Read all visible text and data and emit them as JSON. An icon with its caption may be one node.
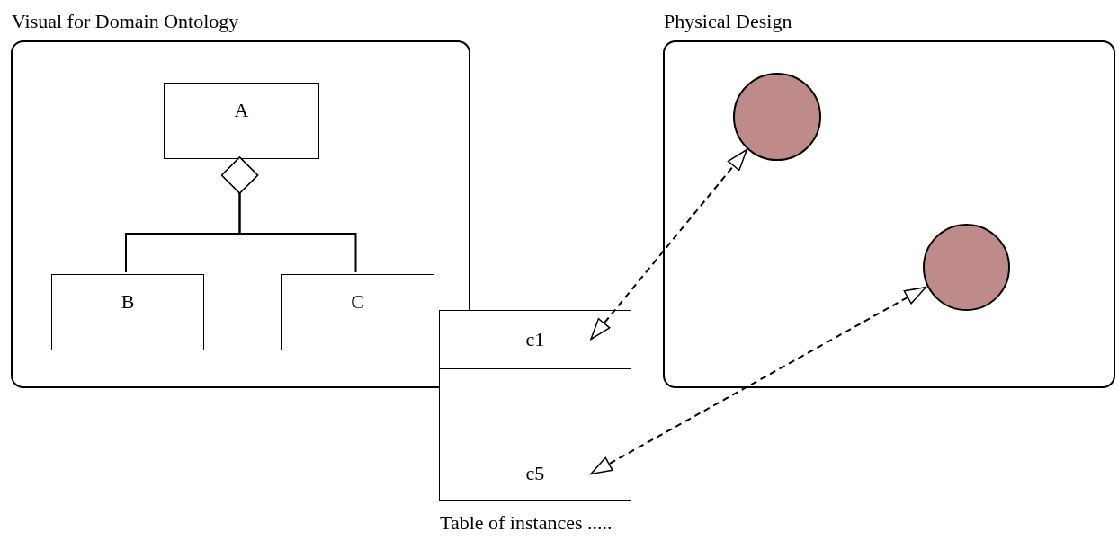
{
  "diagram": {
    "nodes": [
      {
        "text": [
          "Visual for Domain Ontology"
        ]
      },
      {
        "text": [
          "A"
        ],
        "in": 0
      },
      {
        "text": [
          "B"
        ],
        "in": 0
      },
      {
        "text": [
          "C"
        ],
        "in": 0
      },
      {
        "text": [
          "Physical Design"
        ]
      },
      {
        "text": [],
        "shape": "circle",
        "in": 4
      },
      {
        "text": [],
        "shape": "circle",
        "in": 4
      },
      {
        "text": [],
        "shape": "box",
        "beside": [
          "Table of instances ....."
        ]
      },
      {
        "text": [
          "c1"
        ],
        "in": 7
      },
      {
        "text": [],
        "shape": "box",
        "in": 7
      },
      {
        "text": [
          "c5"
        ],
        "in": 7
      }
    ],
    "edges": [
      {
        "from": 1,
        "to": 2,
        "arrow": "other"
      },
      {
        "from": 1,
        "to": 3,
        "arrow": "other"
      },
      {
        "from": 8,
        "to": 5,
        "arrow": "both",
        "style": "dashed"
      },
      {
        "from": 10,
        "to": 6,
        "arrow": "both",
        "style": "dashed"
      }
    ]
  }
}
